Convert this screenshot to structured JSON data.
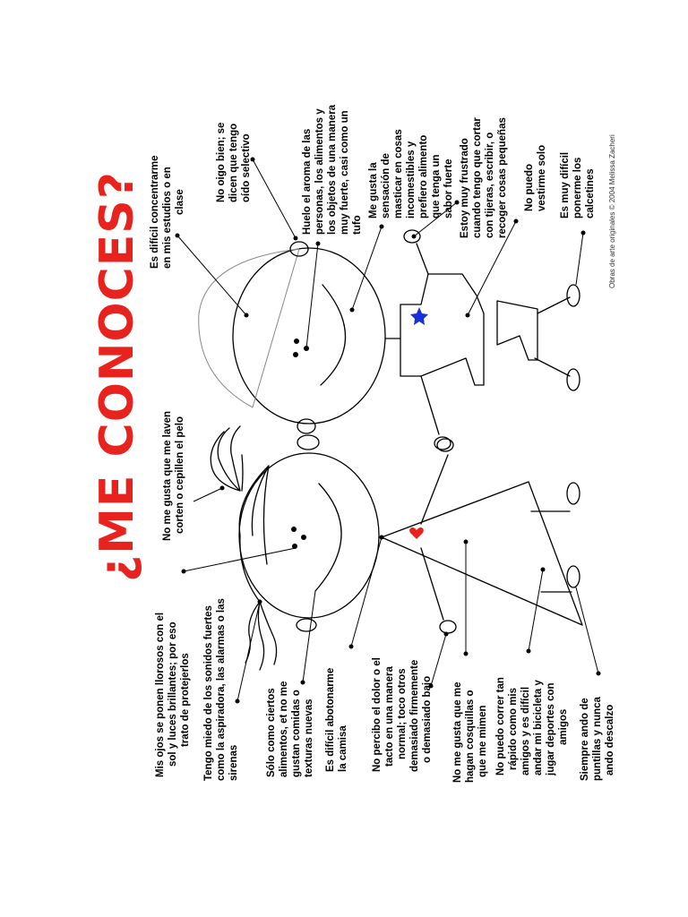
{
  "title": "¿ME CONOCES?",
  "credit": "Obras de arte originales © 2004 Melissa Zacheri",
  "colors": {
    "title": "#e8231e",
    "heart": "#e8231e",
    "star": "#1a2fd8"
  },
  "girl_labels": [
    {
      "lines": [
        "Mis ojos se ponen llorosos con el",
        "sol y luces brillantes; por eso",
        "trato de protejerlos"
      ]
    },
    {
      "lines": [
        "Tengo miedo de los sonidos fuertes",
        "como la aspiradora, las alarmas o las",
        "sirenas"
      ]
    },
    {
      "lines": [
        "Sólo como ciertos",
        "alimentos, et no me",
        "gustan comidas o",
        "texturas nuevas"
      ]
    },
    {
      "lines": [
        "Es difícil abotonarme",
        "la camisa"
      ]
    },
    {
      "lines": [
        "No percibo el dolor o el",
        "tacto en una manera",
        "normal; toco otros",
        "demasiado firmemente",
        "o demasiado bajo"
      ]
    },
    {
      "lines": [
        "No me gusta que me",
        "hagan cosquillas o",
        "que me mimen"
      ]
    },
    {
      "lines": [
        "No puedo correr tan",
        "rápido como mis",
        "amigos y es difícil",
        "andar mi bicicleta y",
        "jugar deportes con",
        "amigos"
      ]
    },
    {
      "lines": [
        "Siempre ando de",
        "puntillas y nunca",
        "ando descalzo"
      ]
    },
    {
      "lines": [
        "No me gusta que me laven",
        "corten o cepillen el pelo"
      ]
    }
  ],
  "boy_labels": [
    {
      "lines": [
        "Es difícil concentrarme",
        "en mis estudios o en",
        "clase"
      ]
    },
    {
      "lines": [
        "No oigo bien; se",
        "dicen que tengo",
        "oído selectivo"
      ]
    },
    {
      "lines": [
        "Huelo el aroma de las",
        "personas, los alimentos y",
        "los objetos de una manera",
        "muy fuerte, casi como un",
        "tufo"
      ]
    },
    {
      "lines": [
        "Me gusta la",
        "sensación de",
        "masticar en cosas",
        "incomestibles y",
        "prefiero alimento",
        "que tenga un",
        "sabor fuerte"
      ]
    },
    {
      "lines": [
        "Estoy muy frustrado",
        "cuando tengo que cortar",
        "con tijeras, escribir, o",
        "recoger cosas pequeñas"
      ]
    },
    {
      "lines": [
        "No puedo",
        "vestirme solo"
      ]
    },
    {
      "lines": [
        "Es muy difícil",
        "ponerme los",
        "calcetines"
      ]
    }
  ]
}
